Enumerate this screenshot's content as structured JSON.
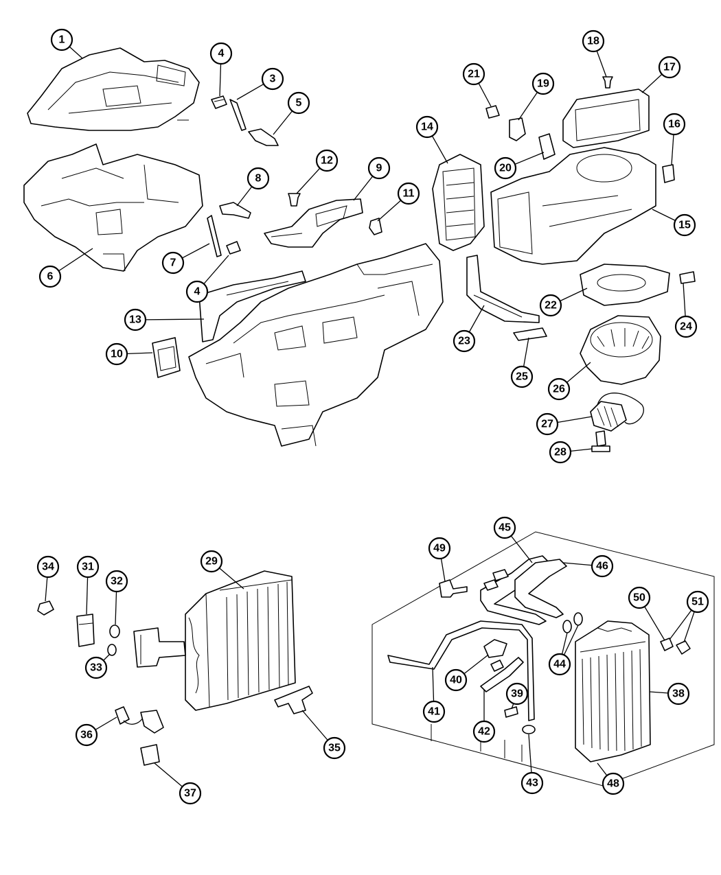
{
  "callouts": [
    "1",
    "3",
    "4",
    "5",
    "6",
    "7",
    "8",
    "4",
    "9",
    "10",
    "11",
    "12",
    "13",
    "14",
    "15",
    "16",
    "17",
    "18",
    "19",
    "20",
    "21",
    "22",
    "23",
    "24",
    "25",
    "26",
    "27",
    "28",
    "29",
    "31",
    "32",
    "33",
    "34",
    "35",
    "36",
    "37",
    "38",
    "39",
    "40",
    "41",
    "42",
    "43",
    "44",
    "45",
    "46",
    "48",
    "49",
    "50",
    "51"
  ]
}
